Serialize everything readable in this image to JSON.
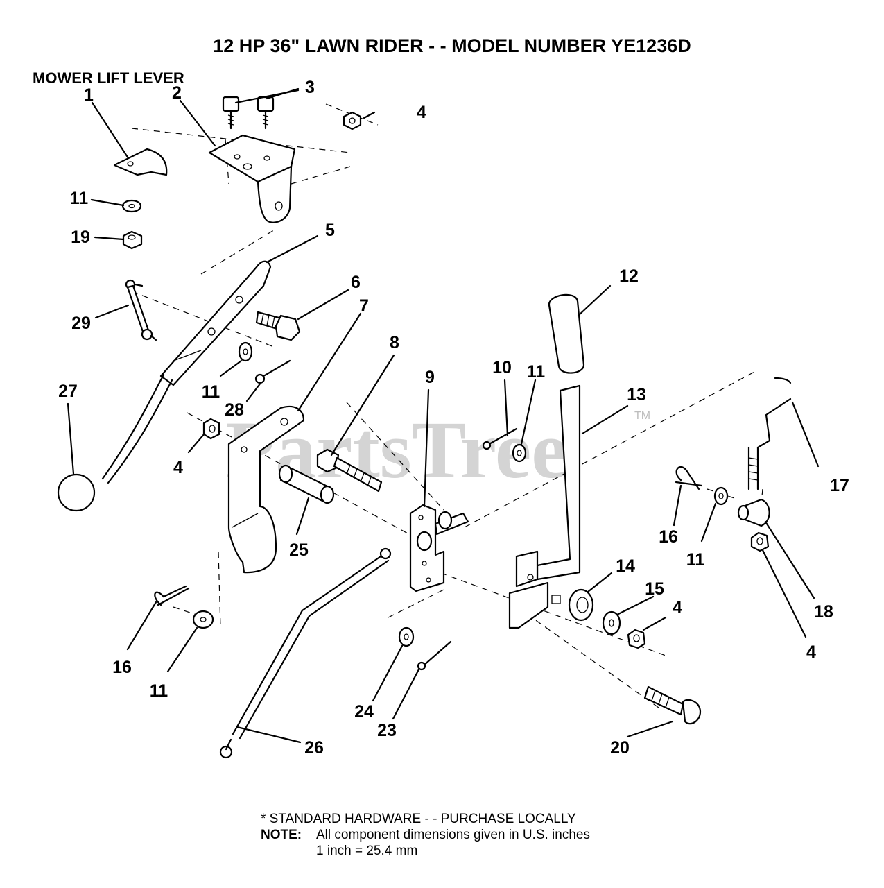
{
  "title": "12 HP 36\" LAWN RIDER - - MODEL NUMBER YE1236D",
  "subtitle": "MOWER LIFT LEVER",
  "watermark": "PartsTree",
  "trademark": "TM",
  "footer": {
    "line1": "* STANDARD HARDWARE - - PURCHASE LOCALLY",
    "note_label": "NOTE:",
    "note_text": "All component dimensions given in U.S. inches",
    "line3": "1 inch = 25.4 mm"
  },
  "callouts": [
    {
      "id": "c1",
      "label": "1"
    },
    {
      "id": "c2",
      "label": "2"
    },
    {
      "id": "c3",
      "label": "3"
    },
    {
      "id": "c4a",
      "label": "4"
    },
    {
      "id": "c11a",
      "label": "11"
    },
    {
      "id": "c19",
      "label": "19"
    },
    {
      "id": "c5",
      "label": "5"
    },
    {
      "id": "c6",
      "label": "6"
    },
    {
      "id": "c7",
      "label": "7"
    },
    {
      "id": "c29",
      "label": "29"
    },
    {
      "id": "c12",
      "label": "12"
    },
    {
      "id": "c8",
      "label": "8"
    },
    {
      "id": "c10",
      "label": "10"
    },
    {
      "id": "c11b",
      "label": "11"
    },
    {
      "id": "c9",
      "label": "9"
    },
    {
      "id": "c11c",
      "label": "11"
    },
    {
      "id": "c28",
      "label": "28"
    },
    {
      "id": "c27",
      "label": "27"
    },
    {
      "id": "c13",
      "label": "13"
    },
    {
      "id": "c4b",
      "label": "4"
    },
    {
      "id": "c17",
      "label": "17"
    },
    {
      "id": "c25",
      "label": "25"
    },
    {
      "id": "c16a",
      "label": "16"
    },
    {
      "id": "c11d",
      "label": "11"
    },
    {
      "id": "c18",
      "label": "18"
    },
    {
      "id": "c14",
      "label": "14"
    },
    {
      "id": "c15",
      "label": "15"
    },
    {
      "id": "c4c",
      "label": "4"
    },
    {
      "id": "c4d",
      "label": "4"
    },
    {
      "id": "c16b",
      "label": "16"
    },
    {
      "id": "c11e",
      "label": "11"
    },
    {
      "id": "c24",
      "label": "24"
    },
    {
      "id": "c23",
      "label": "23"
    },
    {
      "id": "c26",
      "label": "26"
    },
    {
      "id": "c20",
      "label": "20"
    }
  ]
}
